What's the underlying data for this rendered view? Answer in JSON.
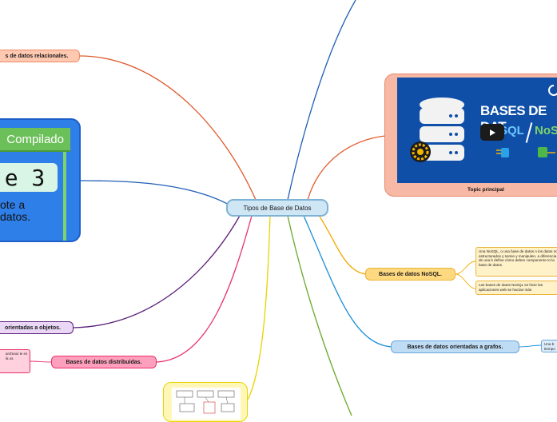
{
  "central": {
    "label": "Tipos de Base de Datos"
  },
  "topics": {
    "relacionales": "s de datos relacionales.",
    "nosql": "Bases de datos NoSQL.",
    "grafos": "Bases de datos orientadas a grafos.",
    "objetos": "orientadas a objetos.",
    "distribuidas": "Bases de datos distribuidas."
  },
  "notes": {
    "nosql_1": "Una NoSQL, o una base de datos n los datos no estructurados y semie y manipulen, a diferencia de una b define cómo deben componerse to la base de datos.",
    "nosql_2": "Las bases de datos NoSQL se hicie las aplicaciones web se hacían más",
    "grafos_1": "Una b tiempo",
    "distribuidas_1": "archivos te en la os."
  },
  "video": {
    "title": "BASES DE DAT",
    "sql_label": "SQL",
    "nosql_label": "NoS",
    "caption": "Topic principal"
  },
  "compilado": {
    "banner": "Compilado",
    "number": "e 3",
    "line1": "ote a",
    "line2": "datos."
  },
  "colors": {
    "relacionales": "#ffc8b0",
    "nosql": "#ffd980",
    "grafos": "#bfdcf5",
    "objetos": "#ead7f5",
    "distribuidas": "#ff9fbe",
    "central": "#cfe6f5"
  }
}
